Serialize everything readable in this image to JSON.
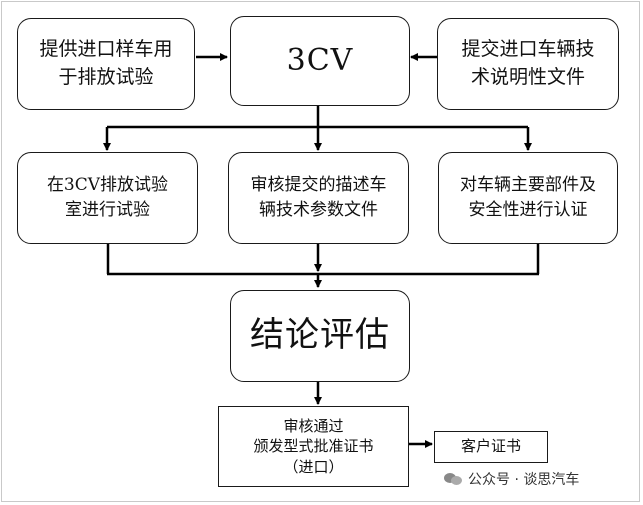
{
  "boxes": {
    "provide_vehicle": "提供进口样车用\n于排放试验",
    "center": "3CV",
    "submit_docs": "提交进口车辆技\n术说明性文件",
    "emission_test": "在3CV排放试验\n室进行试验",
    "review_docs": "审核提交的描述车\n辆技术参数文件",
    "certify_parts": "对车辆主要部件及\n安全性进行认证",
    "conclusion": "结论评估",
    "approval": "审核通过\n颁发型式批准证书\n（进口）",
    "client_cert": "客户证书"
  },
  "watermark": {
    "text": "公众号 · 谈思汽车",
    "icon": "wechat-icon"
  }
}
